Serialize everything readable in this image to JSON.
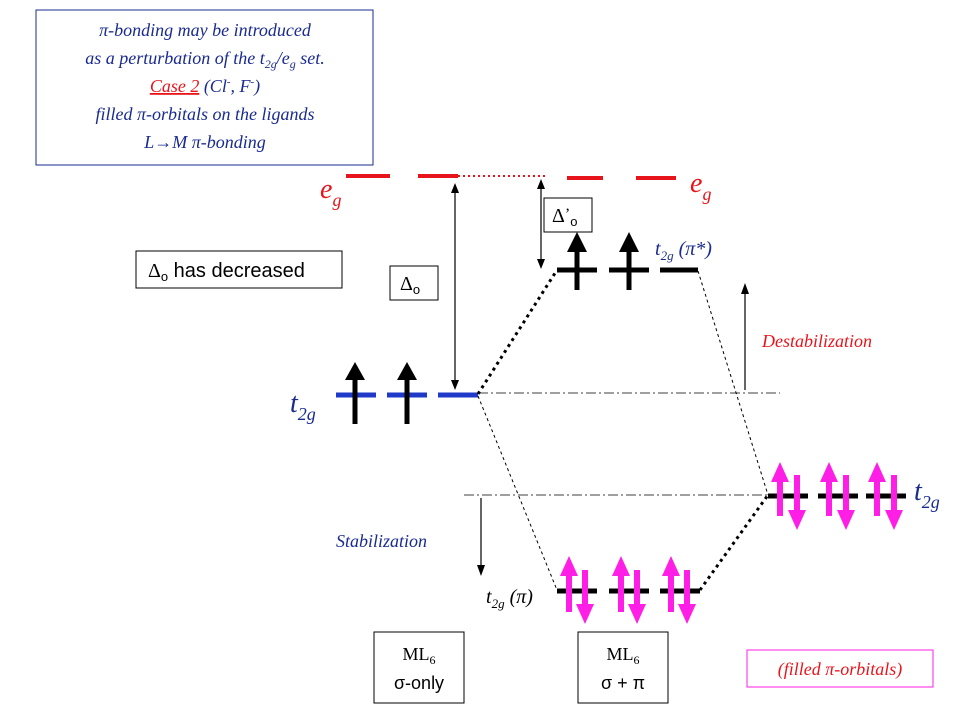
{
  "info_box": {
    "line1": "π-bonding may be introduced",
    "line2_a": "as a perturbation of the t",
    "line2_sub1": "2g",
    "line2_mid": "/e",
    "line2_sub2": "g",
    "line2_b": " set.",
    "case_label": "Case 2",
    "case_rest_a": " (Cl",
    "case_rest_b": ", F",
    "case_rest_c": ")",
    "line4": "filled π-orbitals on the ligands",
    "line5_a": "L",
    "line5_arrow": "→",
    "line5_b": "M π-bonding"
  },
  "decrease_box": {
    "delta": "Δ",
    "sub": "o",
    "text": " has decreased"
  },
  "delta_o_label": {
    "delta": "Δ",
    "sub": "o"
  },
  "delta_o_prime_label": {
    "delta": "Δ",
    "prime": "’",
    "sub": "o"
  },
  "labels": {
    "eg_left": {
      "main": "e",
      "sub": "g"
    },
    "eg_right": {
      "main": "e",
      "sub": "g"
    },
    "t2g_left": {
      "main": "t",
      "sub": "2g"
    },
    "t2g_right": {
      "main": "t",
      "sub": "2g"
    },
    "t2g_pistar": {
      "main": "t",
      "sub": "2g",
      "tail": " (π*)"
    },
    "t2g_pi": {
      "main": "t",
      "sub": "2g",
      "tail": " (π)"
    },
    "destabilization": "Destabilization",
    "stabilization": "Stabilization"
  },
  "bottom_boxes": {
    "sigma_only": {
      "line1": "ML",
      "sub": "6",
      "line2": "σ-only"
    },
    "sigma_pi": {
      "line1": "ML",
      "sub": "6",
      "line2": "σ + π"
    },
    "filled": "(filled π-orbitals)"
  },
  "colors": {
    "red": "#e8141c",
    "blue": "#1f39c8",
    "label_blue": "#1a2b8f",
    "magenta": "#ff1ee6",
    "black": "#000000"
  }
}
